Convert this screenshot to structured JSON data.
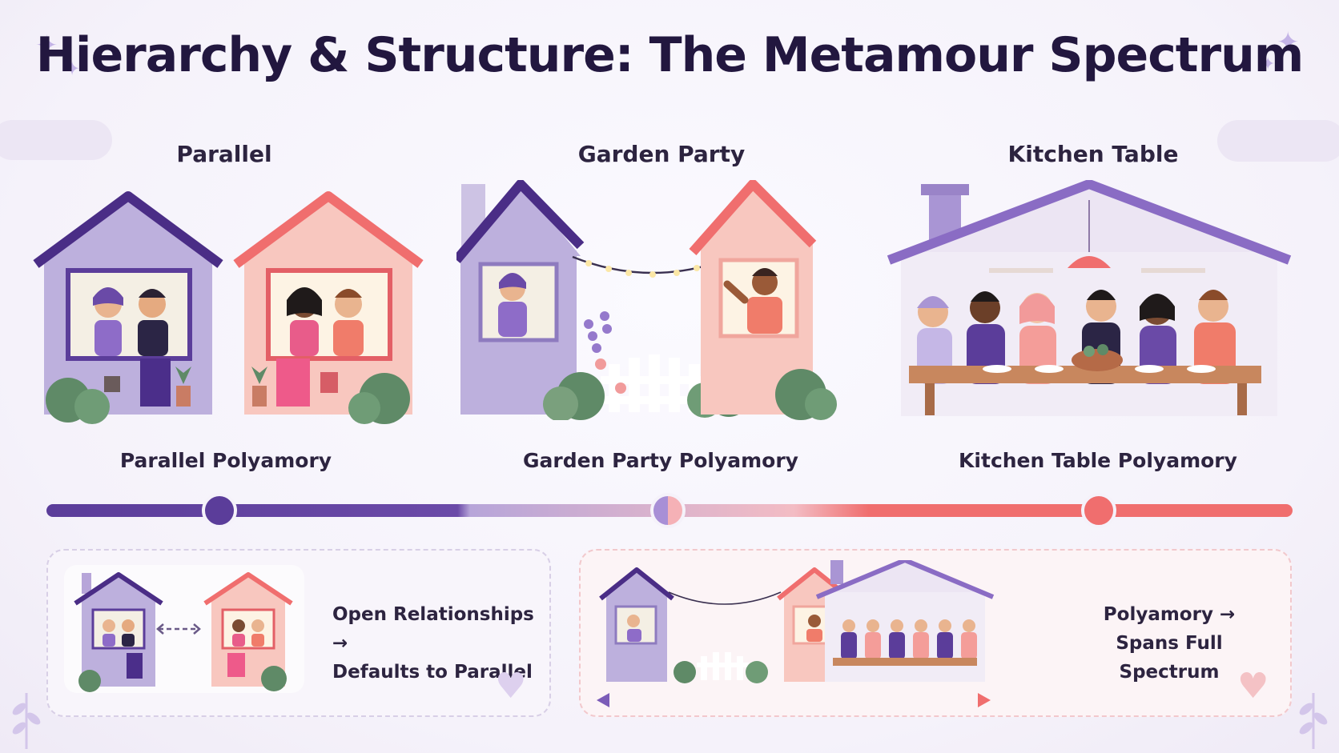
{
  "title": "Hierarchy & Structure: The Metamour Spectrum",
  "sections": [
    {
      "heading": "Parallel",
      "label": "Parallel Polyamory"
    },
    {
      "heading": "Garden Party",
      "label": "Garden Party Polyamory"
    },
    {
      "heading": "Kitchen Table",
      "label": "Kitchen Table Polyamory"
    }
  ],
  "comparisons": [
    {
      "text_line1": "Open Relationships →",
      "text_line2": "Defaults to Parallel"
    },
    {
      "text_line1": "Polyamory →",
      "text_line2": "Spans Full Spectrum"
    }
  ],
  "colors": {
    "purple": "#5b3d9a",
    "lavender": "#b7a5d9",
    "coral": "#f06e6e",
    "pink": "#f7b9b4",
    "green": "#5f8a67"
  },
  "icons": [
    "sparkle-icon",
    "heart-icon",
    "arrow-double-icon",
    "house-icon"
  ]
}
